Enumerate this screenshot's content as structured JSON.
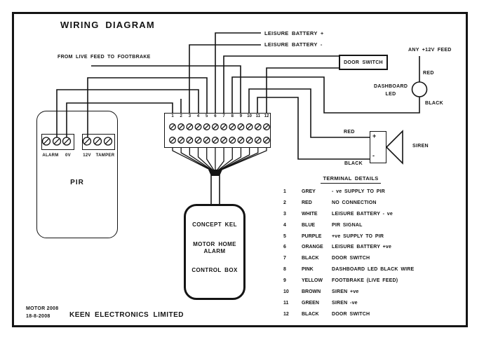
{
  "title": "WIRING DIAGRAM",
  "labels": {
    "footbrake": "FROM LIVE FEED TO FOOTBRAKE",
    "leisure_battery_plus": "LEISURE BATTERY +",
    "leisure_battery_minus": "LEISURE BATTERY -",
    "any_12v_feed": "ANY +12V FEED",
    "led_red": "RED",
    "dashboard_led_line1": "DASHBOARD",
    "dashboard_led_line2": "LED",
    "led_black": "BLACK",
    "siren_red": "RED",
    "siren_black": "BLACK",
    "siren": "SIREN",
    "siren_plus": "+",
    "siren_minus": "-",
    "door_switch": "DOOR SWITCH"
  },
  "pir": {
    "name": "PIR",
    "terminals": [
      "ALARM",
      "0V",
      "12V",
      "TAMPER"
    ]
  },
  "terminal_block": {
    "numbers": [
      "1",
      "2",
      "3",
      "4",
      "5",
      "6",
      "7",
      "8",
      "9",
      "10",
      "11",
      "12"
    ]
  },
  "control_box": {
    "line1": "CONCEPT KEL",
    "line2": "MOTOR HOME",
    "line3": "ALARM",
    "line4": "CONTROL BOX"
  },
  "terminal_details": {
    "title": "TERMINAL DETAILS",
    "rows": [
      {
        "num": "1",
        "color": "GREY",
        "desc": "- ve SUPPLY TO PIR"
      },
      {
        "num": "2",
        "color": "RED",
        "desc": "NO CONNECTION"
      },
      {
        "num": "3",
        "color": "WHITE",
        "desc": "LEISURE BATTERY - ve"
      },
      {
        "num": "4",
        "color": "BLUE",
        "desc": "PIR SIGNAL"
      },
      {
        "num": "5",
        "color": "PURPLE",
        "desc": "+ve SUPPLY TO PIR"
      },
      {
        "num": "6",
        "color": "ORANGE",
        "desc": "LEISURE BATTERY +ve"
      },
      {
        "num": "7",
        "color": "BLACK",
        "desc": "DOOR SWITCH"
      },
      {
        "num": "8",
        "color": "PINK",
        "desc": "DASHBOARD LED BLACK WIRE"
      },
      {
        "num": "9",
        "color": "YELLOW",
        "desc": "FOOTBRAKE (LIVE FEED)"
      },
      {
        "num": "10",
        "color": "BROWN",
        "desc": "SIREN +ve"
      },
      {
        "num": "11",
        "color": "GREEN",
        "desc": "SIREN -ve"
      },
      {
        "num": "12",
        "color": "BLACK",
        "desc": "DOOR SWITCH"
      }
    ]
  },
  "footer": {
    "motor": "MOTOR 2008",
    "date": "18-8-2008",
    "company": "KEEN ELECTRONICS LIMITED"
  },
  "colors": {
    "line": "#141414",
    "background": "#ffffff"
  }
}
